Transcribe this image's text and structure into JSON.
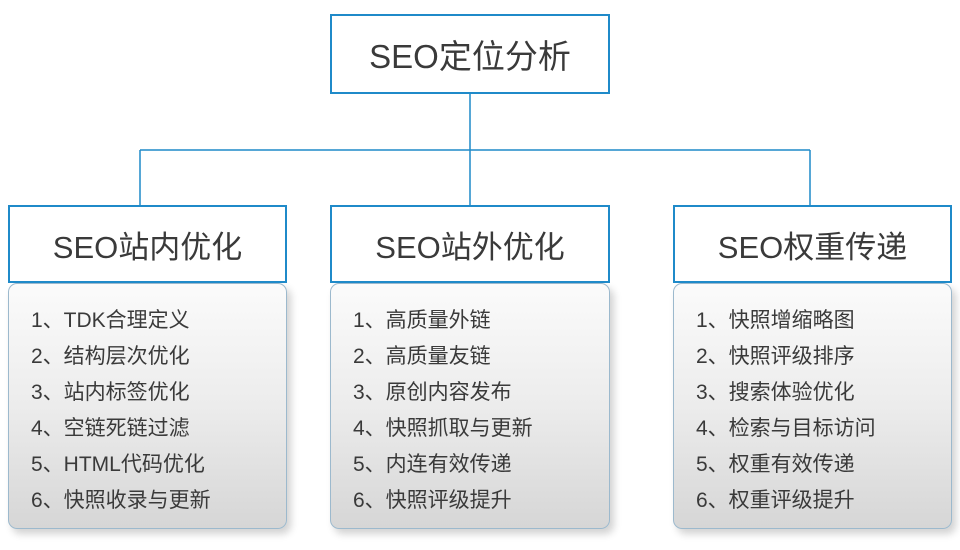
{
  "root": {
    "title": "SEO定位分析"
  },
  "columns": [
    {
      "title": "SEO站内优化",
      "items": [
        "1、TDK合理定义",
        "2、结构层次优化",
        "3、站内标签优化",
        "4、空链死链过滤",
        "5、HTML代码优化",
        "6、快照收录与更新"
      ]
    },
    {
      "title": "SEO站外优化",
      "items": [
        "1、高质量外链",
        "2、高质量友链",
        "3、原创内容发布",
        "4、快照抓取与更新",
        "5、内连有效传递",
        "6、快照评级提升"
      ]
    },
    {
      "title": "SEO权重传递",
      "items": [
        "1、快照增缩略图",
        "2、快照评级排序",
        "3、搜索体验优化",
        "4、检索与目标访问",
        "5、权重有效传递",
        "6、权重评级提升"
      ]
    }
  ],
  "colors": {
    "accent": "#1f8ac9"
  }
}
